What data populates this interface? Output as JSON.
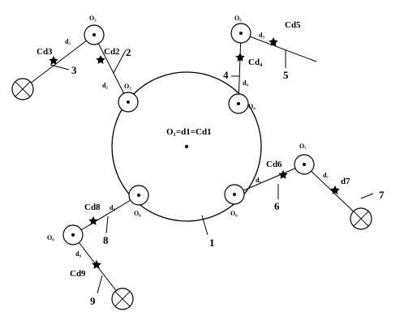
{
  "labels": {
    "center": "O₁=d1=Cd1",
    "O2": "O₂",
    "O3": "O₃",
    "O4": "O₄",
    "O5": "O₅",
    "O6": "O₆",
    "O7": "O₇",
    "O8": "O₈",
    "O9": "O₉",
    "d2": "d₂",
    "d3": "d₃",
    "d4": "d₄",
    "d5": "d₅",
    "d6": "d₆",
    "d7": "d₇",
    "d7b": "d7",
    "d8": "d₈",
    "d9": "d₉",
    "Cd2": "Cd2",
    "Cd3": "Cd3",
    "Cd4": "Cd₄",
    "Cd5": "Cd5",
    "Cd6": "Cd6",
    "Cd8": "Cd8",
    "Cd9": "Cd9",
    "n1": "1",
    "n2": "2",
    "n3": "3",
    "n4": "4",
    "n5": "5",
    "n6": "6",
    "n7": "7",
    "n8": "8",
    "n9": "9"
  }
}
